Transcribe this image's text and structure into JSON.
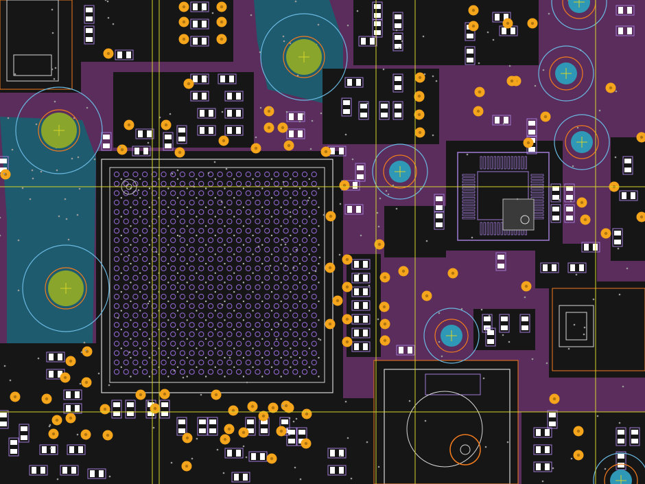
{
  "view": {
    "kind": "pcb-layout-editor",
    "colors": {
      "board_fill": "#5b2d5c",
      "clearance_bg": "#161616",
      "component_outline": "#a17bd6",
      "silkscreen": "#d8d8d8",
      "via": "#f5a51b",
      "via_hole": "#2a1a00",
      "mounting_pad_green": "#8aa52b",
      "mounting_pad_blue": "#2f98b6",
      "teal_zone": "#1f5b6e",
      "ring_orange": "#f27b1e",
      "ring_blue": "#6ab9e2",
      "crosshair": "#d6d52b",
      "bga_ball": "#9b6ee0",
      "pad_grey": "#3a3a3a"
    },
    "mounting_holes": [
      {
        "style": "green"
      },
      {
        "style": "green"
      },
      {
        "style": "green"
      },
      {
        "style": "blue"
      },
      {
        "style": "blue"
      },
      {
        "style": "blue"
      },
      {
        "style": "blue"
      },
      {
        "style": "blue"
      },
      {
        "style": "blue"
      }
    ],
    "crosshair_guides": {
      "vertical_count": 5,
      "horizontal_count": 2
    }
  }
}
